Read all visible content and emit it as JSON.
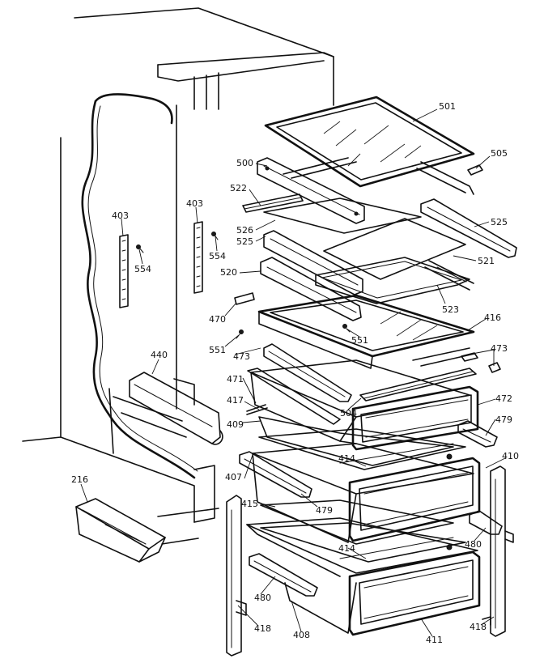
{
  "labels": {
    "p501": "501",
    "p505": "505",
    "p500": "500",
    "p522": "522",
    "p525a": "525",
    "p526": "526",
    "p525b": "525",
    "p521": "521",
    "p520": "520",
    "p523": "523",
    "p470": "470",
    "p551a": "551",
    "p551b": "551",
    "p416": "416",
    "p473a": "473",
    "p473b": "473",
    "p471": "471",
    "p417": "417",
    "p409": "409",
    "p504": "504",
    "p472": "472",
    "p479a": "479",
    "p414a": "414",
    "p410": "410",
    "p407": "407",
    "p415": "415",
    "p479b": "479",
    "p414b": "414",
    "p480a": "480",
    "p480b": "480",
    "p418a": "418",
    "p418b": "418",
    "p408": "408",
    "p411": "411",
    "p216": "216",
    "p440": "440",
    "p403a": "403",
    "p554a": "554",
    "p403b": "403",
    "p554b": "554"
  }
}
